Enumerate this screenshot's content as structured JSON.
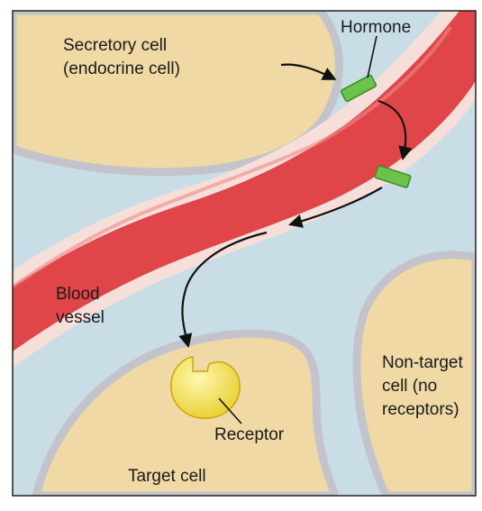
{
  "labels": {
    "secretory_line1": "Secretory cell",
    "secretory_line2": "(endocrine cell)",
    "hormone": "Hormone",
    "blood_line1": "Blood",
    "blood_line2": "vessel",
    "nontarget_line1": "Non-target",
    "nontarget_line2": "cell (no",
    "nontarget_line3": "receptors)",
    "receptor": "Receptor",
    "target": "Target cell"
  },
  "colors": {
    "fluid": "#c9dde6",
    "cell": "#f0d9a4",
    "membrane": "#c3c3cc",
    "vessel": "#e0454a",
    "vessel_wall": "#f6dfd9",
    "hormone": "#6cc24a",
    "receptor": "#f5e65a",
    "arrow": "#111111"
  }
}
